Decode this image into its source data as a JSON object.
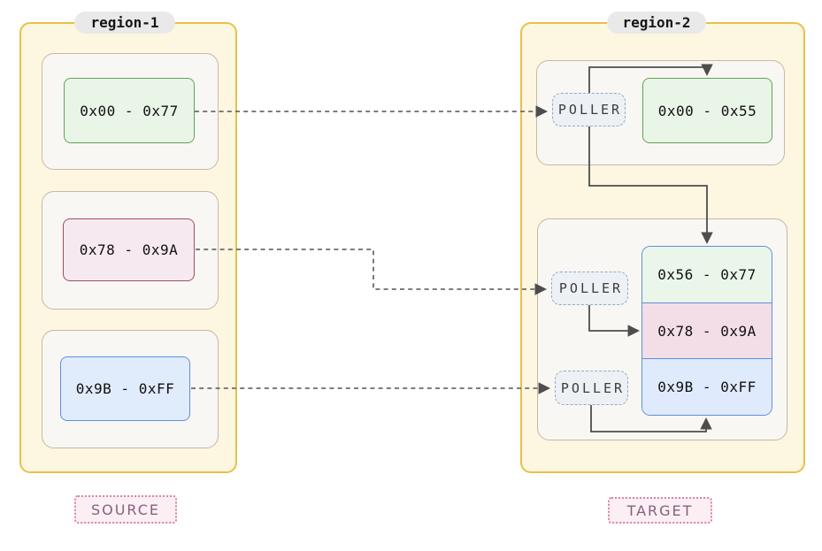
{
  "region1": {
    "label": "region-1",
    "badge": "SOURCE",
    "blocks": [
      {
        "range": "0x00 - 0x77",
        "color": "green"
      },
      {
        "range": "0x78 - 0x9A",
        "color": "pink"
      },
      {
        "range": "0x9B - 0xFF",
        "color": "blue"
      }
    ]
  },
  "region2": {
    "label": "region-2",
    "badge": "TARGET",
    "top_block": {
      "range": "0x00 - 0x55",
      "color": "green"
    },
    "stack": [
      {
        "range": "0x56 - 0x77",
        "color": "green"
      },
      {
        "range": "0x78 - 0x9A",
        "color": "pink"
      },
      {
        "range": "0x9B - 0xFF",
        "color": "blue"
      }
    ]
  },
  "pollers": [
    {
      "label": "POLLER"
    },
    {
      "label": "POLLER"
    },
    {
      "label": "POLLER"
    }
  ],
  "edges": {
    "dashed": [
      {
        "from": "region-1 0x00 - 0x77",
        "to": "poller-1"
      },
      {
        "from": "region-1 0x78 - 0x9A",
        "to": "poller-2"
      },
      {
        "from": "region-1 0x9B - 0xFF",
        "to": "poller-3"
      }
    ],
    "solid": [
      {
        "from": "poller-1",
        "to": "region-2 0x00 - 0x55"
      },
      {
        "from": "poller-1",
        "to": "region-2 0x56 - 0x77"
      },
      {
        "from": "poller-2",
        "to": "region-2 0x78 - 0x9A"
      },
      {
        "from": "poller-3",
        "to": "region-2 0x9B - 0xFF"
      }
    ]
  },
  "colors": {
    "region_fill": "#fdf6e0",
    "region_border": "#e8c146",
    "group_fill": "#f8f7f3",
    "group_border": "#c9b7a4",
    "green_fill": "#e9f5e7",
    "green_border": "#61a456",
    "pink_fill": "#f7e9f0",
    "pink_border": "#a34a70",
    "blue_fill": "#e0ebfb",
    "blue_border": "#5f8fdc",
    "poller_fill": "#edf1f5",
    "poller_border": "#8fabc4",
    "badge_fill": "#fbeff4",
    "badge_border": "#d884ab",
    "badge_text": "#86607f",
    "solid_line": "#4d4d4d",
    "dashed_line": "#6b6b6b"
  }
}
